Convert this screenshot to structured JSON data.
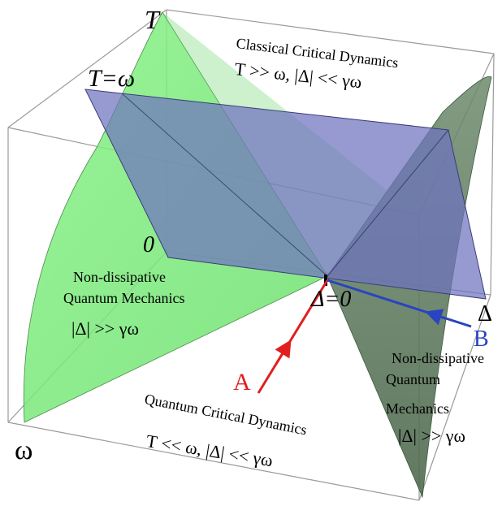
{
  "labels": {
    "axis_T": "T",
    "axis_omega": "ω",
    "axis_delta": "Δ",
    "origin_zero": "0",
    "T_equals_omega": "T=ω",
    "delta_zero": "Δ=0",
    "point_A": "A",
    "point_B": "B",
    "classical_title": "Classical Critical Dynamics",
    "classical_condition": "T >> ω,  |Δ| << γω",
    "quantum_title": "Quantum Critical Dynamics",
    "quantum_condition": "T << ω,  |Δ| << γω",
    "left_region_line1": "Non-dissipative",
    "left_region_line2": "Quantum Mechanics",
    "left_region_condition": "|Δ| >> γω",
    "right_region_line1": "Non-dissipative",
    "right_region_line2": "Quantum",
    "right_region_line3": "Mechanics",
    "right_region_condition": "|Δ| >> γω"
  },
  "colors": {
    "green_surface": "#7ef27e",
    "green_dark_surface": "#5e7a5e",
    "blue_plane": "#7b7fc0",
    "arrow_A": "#e02020",
    "arrow_B": "#2a44c0",
    "box_lines": "#9a9a9a"
  }
}
